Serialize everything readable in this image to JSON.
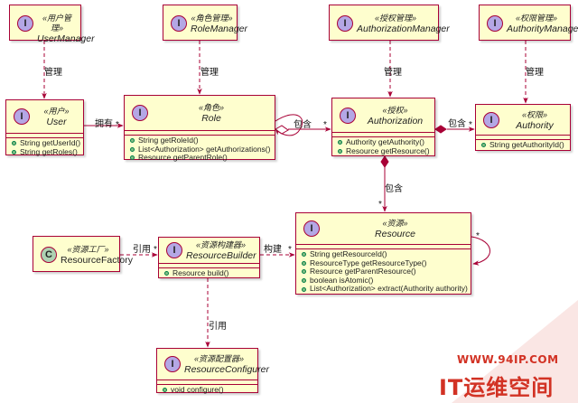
{
  "classes": [
    {
      "id": "usermanager",
      "kind": "I",
      "stereotype": "«用户管理»",
      "name": "UserManager",
      "methods": []
    },
    {
      "id": "rolemanager",
      "kind": "I",
      "stereotype": "«角色管理»",
      "name": "RoleManager",
      "methods": []
    },
    {
      "id": "authorizationmanager",
      "kind": "I",
      "stereotype": "«授权管理»",
      "name": "AuthorizationManager",
      "methods": []
    },
    {
      "id": "authoritymanager",
      "kind": "I",
      "stereotype": "«权限管理»",
      "name": "AuthorityManager",
      "methods": []
    },
    {
      "id": "user",
      "kind": "I",
      "stereotype": "«用户»",
      "name": "User",
      "methods": [
        "String getUserId()",
        "String getRoles()"
      ]
    },
    {
      "id": "role",
      "kind": "I",
      "stereotype": "«角色»",
      "name": "Role",
      "methods": [
        "String getRoleId()",
        "List<Authorization> getAuthorizations()",
        "Resource getParentRole()"
      ]
    },
    {
      "id": "authorization",
      "kind": "I",
      "stereotype": "«授权»",
      "name": "Authorization",
      "methods": [
        "Authority getAuthority()",
        "Resource getResource()"
      ]
    },
    {
      "id": "authority",
      "kind": "I",
      "stereotype": "«权限»",
      "name": "Authority",
      "methods": [
        "String getAuthorityId()"
      ]
    },
    {
      "id": "resource",
      "kind": "I",
      "stereotype": "«资源»",
      "name": "Resource",
      "methods": [
        "String getResourceId()",
        "ResourceType getResourceType()",
        "Resource getParentResource()",
        "boolean isAtomic()",
        "List<Authorization> extract(Authority authority)"
      ]
    },
    {
      "id": "resourcefactory",
      "kind": "C",
      "stereotype": "«资源工厂»",
      "name": "ResourceFactory",
      "methods": []
    },
    {
      "id": "resourcebuilder",
      "kind": "I",
      "stereotype": "«资源构建器»",
      "name": "ResourceBuilder",
      "methods": [
        "Resource build()"
      ]
    },
    {
      "id": "resourceconfigurer",
      "kind": "I",
      "stereotype": "«资源配置器»",
      "name": "ResourceConfigurer",
      "methods": [
        "void configure()"
      ]
    }
  ],
  "relations": {
    "manage": "管理",
    "owns": "拥有",
    "contains": "包含",
    "references": "引用",
    "builds": "构建",
    "many": "*"
  },
  "watermark": {
    "url": "WWW.94IP.COM",
    "brand": "IT运维空间"
  },
  "colors": {
    "class_fill": "#fefece",
    "border": "#a80036",
    "interface_circle": "#b4a7e5",
    "class_circle": "#add1b2",
    "watermark": "#d23224"
  }
}
